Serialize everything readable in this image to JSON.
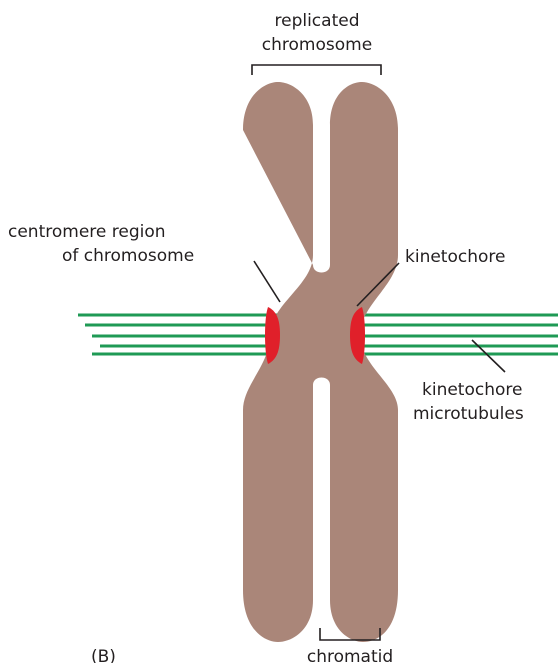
{
  "labels": {
    "replicated_line1": "replicated",
    "replicated_line2": "chromosome",
    "centromere_line1": "centromere region",
    "centromere_line2": "of chromosome",
    "kinetochore": "kinetochore",
    "microtubules_line1": "kinetochore",
    "microtubules_line2": "microtubules",
    "chromatid": "chromatid",
    "panel": "(B)"
  },
  "colors": {
    "chromosome": "#aa8679",
    "kinetochore": "#e0202a",
    "microtubule": "#1f9a55",
    "leader": "#231f20"
  }
}
